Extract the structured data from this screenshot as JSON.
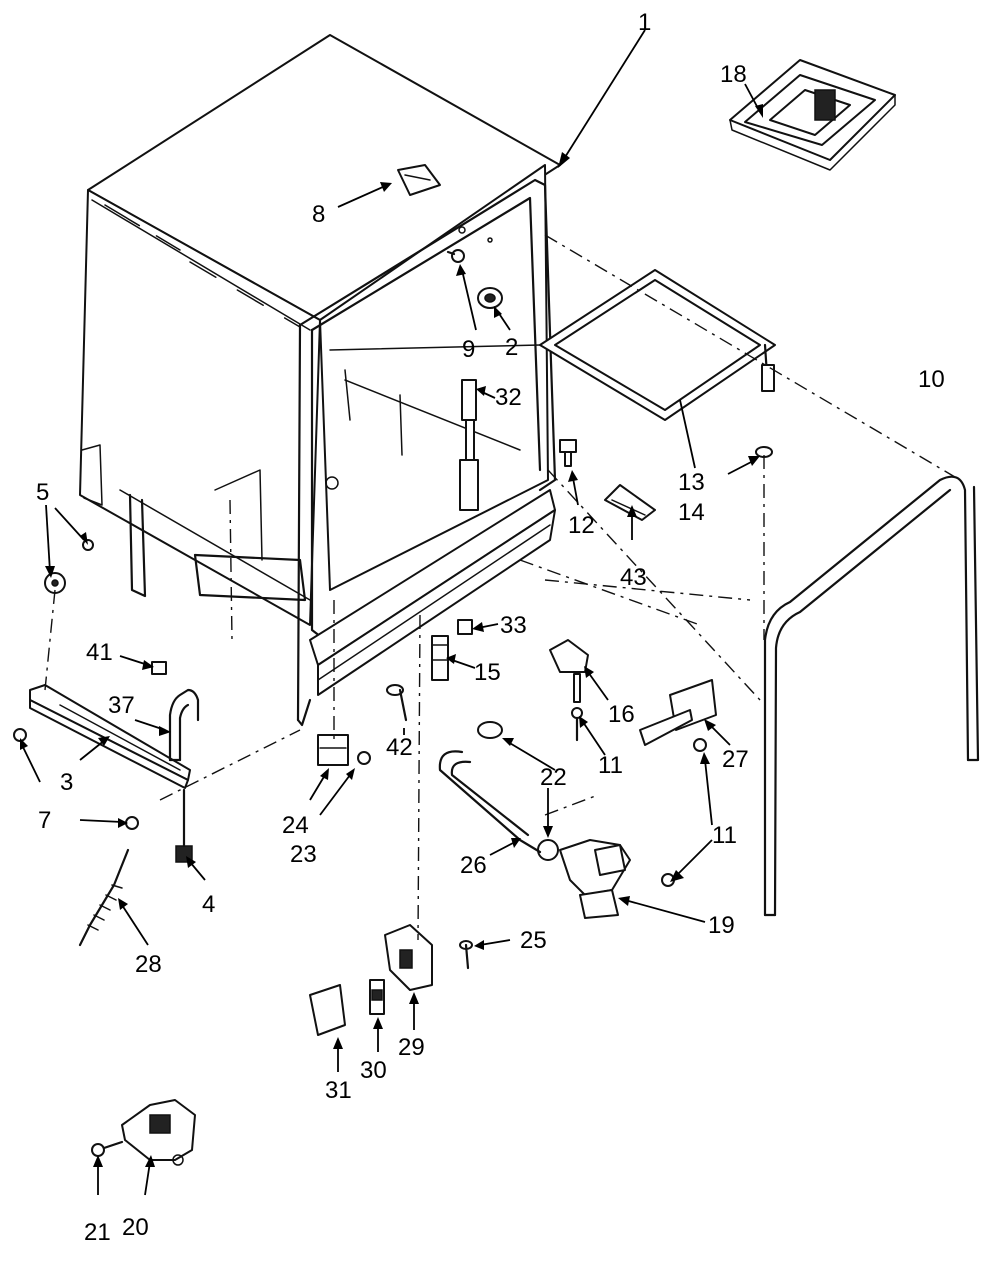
{
  "diagram": {
    "callouts": [
      {
        "id": "c1",
        "label": "1"
      },
      {
        "id": "c2",
        "label": "2"
      },
      {
        "id": "c3",
        "label": "3"
      },
      {
        "id": "c4",
        "label": "4"
      },
      {
        "id": "c5",
        "label": "5"
      },
      {
        "id": "c7",
        "label": "7"
      },
      {
        "id": "c8",
        "label": "8"
      },
      {
        "id": "c9",
        "label": "9"
      },
      {
        "id": "c10",
        "label": "10"
      },
      {
        "id": "c11a",
        "label": "11"
      },
      {
        "id": "c11b",
        "label": "11"
      },
      {
        "id": "c12",
        "label": "12"
      },
      {
        "id": "c13",
        "label": "13"
      },
      {
        "id": "c14",
        "label": "14"
      },
      {
        "id": "c15",
        "label": "15"
      },
      {
        "id": "c16",
        "label": "16"
      },
      {
        "id": "c18",
        "label": "18"
      },
      {
        "id": "c19",
        "label": "19"
      },
      {
        "id": "c20",
        "label": "20"
      },
      {
        "id": "c21",
        "label": "21"
      },
      {
        "id": "c22",
        "label": "22"
      },
      {
        "id": "c23",
        "label": "23"
      },
      {
        "id": "c24",
        "label": "24"
      },
      {
        "id": "c25",
        "label": "25"
      },
      {
        "id": "c26",
        "label": "26"
      },
      {
        "id": "c27",
        "label": "27"
      },
      {
        "id": "c28",
        "label": "28"
      },
      {
        "id": "c29",
        "label": "29"
      },
      {
        "id": "c30",
        "label": "30"
      },
      {
        "id": "c31",
        "label": "31"
      },
      {
        "id": "c32",
        "label": "32"
      },
      {
        "id": "c33",
        "label": "33"
      },
      {
        "id": "c37",
        "label": "37"
      },
      {
        "id": "c41",
        "label": "41"
      },
      {
        "id": "c42",
        "label": "42"
      },
      {
        "id": "c43",
        "label": "43"
      }
    ]
  }
}
